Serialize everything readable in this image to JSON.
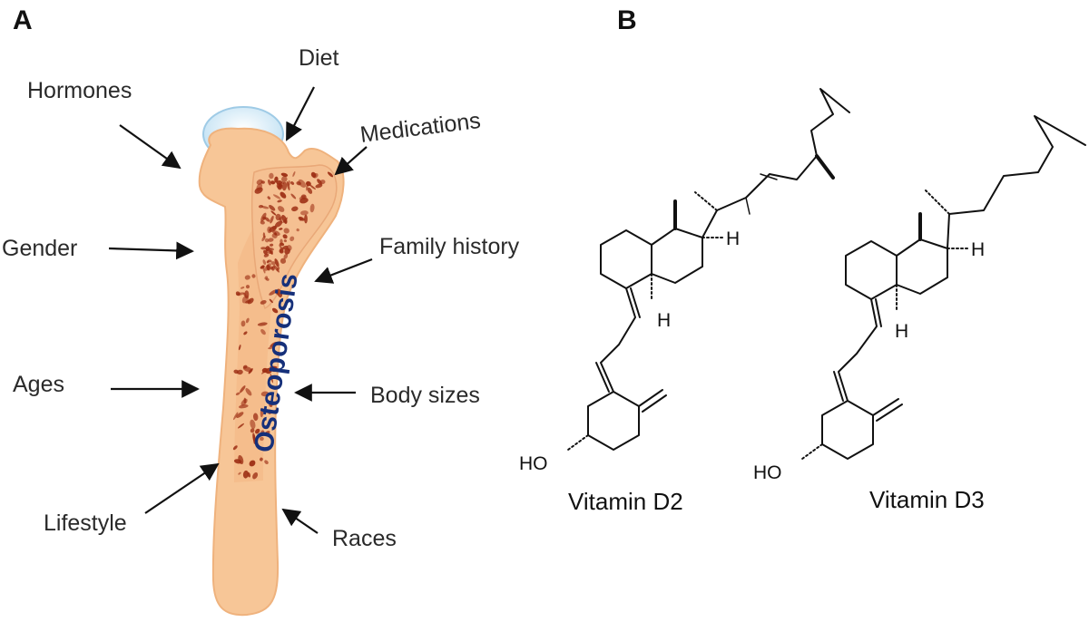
{
  "panels": {
    "a": {
      "letter": "A",
      "bone_label": "Osteoporosis",
      "factors": {
        "hormones": "Hormones",
        "diet": "Diet",
        "medications": "Medications",
        "gender": "Gender",
        "family_history": "Family history",
        "ages": "Ages",
        "body_sizes": "Body sizes",
        "lifestyle": "Lifestyle",
        "races": "Races"
      },
      "colors": {
        "bone": "#f7c697",
        "bone_dark": "#efb27d",
        "trabecular": "#9c2e14",
        "cartilage": "#cfe7f5"
      }
    },
    "b": {
      "letter": "B",
      "molecules": [
        {
          "name": "Vitamin D2",
          "hydroxyl": "HO",
          "hydrogen_top": "H",
          "hydrogen_bottom": "H"
        },
        {
          "name": "Vitamin D3",
          "hydroxyl": "HO",
          "hydrogen_top": "H",
          "hydrogen_bottom": "H"
        }
      ]
    }
  }
}
